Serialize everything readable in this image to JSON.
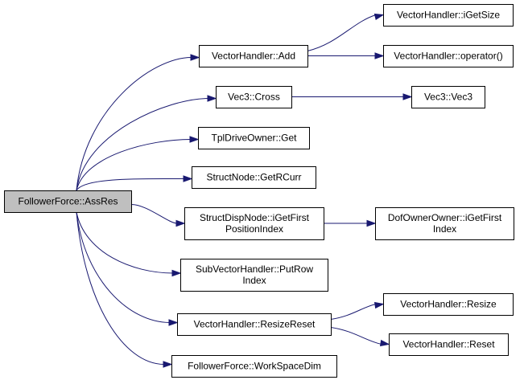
{
  "graph": {
    "title": "",
    "edge_color": "#191970",
    "root_fill": "#bfbfbf",
    "nodes": [
      {
        "id": "root",
        "lines": [
          "FollowerForce::AssRes"
        ],
        "root": true
      },
      {
        "id": "vh_add",
        "lines": [
          "VectorHandler::Add"
        ]
      },
      {
        "id": "vh_igetsize",
        "lines": [
          "VectorHandler::iGetSize"
        ]
      },
      {
        "id": "vh_operator",
        "lines": [
          "VectorHandler::operator()"
        ]
      },
      {
        "id": "vec3_cross",
        "lines": [
          "Vec3::Cross"
        ]
      },
      {
        "id": "vec3_vec3",
        "lines": [
          "Vec3::Vec3"
        ]
      },
      {
        "id": "tpl_get",
        "lines": [
          "TplDriveOwner::Get"
        ]
      },
      {
        "id": "sn_getrcurr",
        "lines": [
          "StructNode::GetRCurr"
        ]
      },
      {
        "id": "sdn_igetfirst",
        "lines": [
          "StructDispNode::iGetFirst",
          "PositionIndex"
        ]
      },
      {
        "id": "doo_igetfirst",
        "lines": [
          "DofOwnerOwner::iGetFirst",
          "Index"
        ]
      },
      {
        "id": "svh_putrow",
        "lines": [
          "SubVectorHandler::PutRow",
          "Index"
        ]
      },
      {
        "id": "vh_resizereset",
        "lines": [
          "VectorHandler::ResizeReset"
        ]
      },
      {
        "id": "vh_resize",
        "lines": [
          "VectorHandler::Resize"
        ]
      },
      {
        "id": "vh_reset",
        "lines": [
          "VectorHandler::Reset"
        ]
      },
      {
        "id": "ff_workspacedim",
        "lines": [
          "FollowerForce::WorkSpaceDim"
        ]
      }
    ],
    "edges": [
      {
        "from": "root",
        "to": "vh_add"
      },
      {
        "from": "root",
        "to": "vec3_cross"
      },
      {
        "from": "root",
        "to": "tpl_get"
      },
      {
        "from": "root",
        "to": "sn_getrcurr"
      },
      {
        "from": "root",
        "to": "sdn_igetfirst"
      },
      {
        "from": "root",
        "to": "svh_putrow"
      },
      {
        "from": "root",
        "to": "vh_resizereset"
      },
      {
        "from": "root",
        "to": "ff_workspacedim"
      },
      {
        "from": "vh_add",
        "to": "vh_igetsize"
      },
      {
        "from": "vh_add",
        "to": "vh_operator"
      },
      {
        "from": "vec3_cross",
        "to": "vec3_vec3"
      },
      {
        "from": "sdn_igetfirst",
        "to": "doo_igetfirst"
      },
      {
        "from": "vh_resizereset",
        "to": "vh_resize"
      },
      {
        "from": "vh_resizereset",
        "to": "vh_reset"
      }
    ]
  }
}
